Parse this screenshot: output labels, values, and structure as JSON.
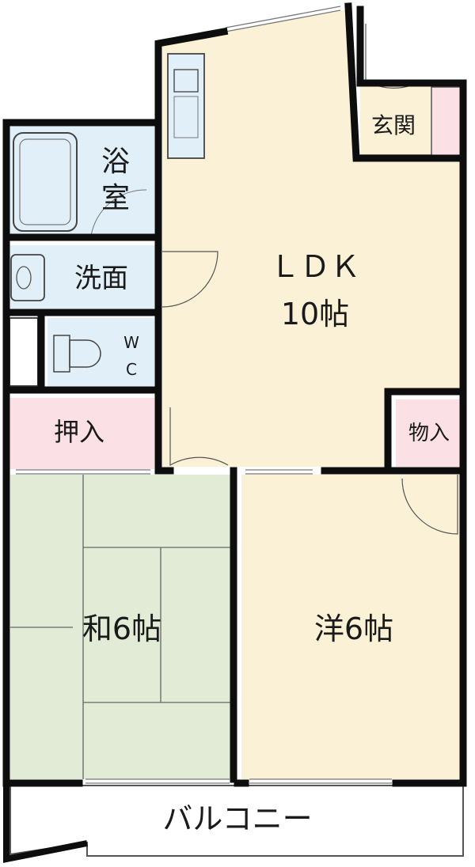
{
  "rooms": {
    "ldk": {
      "name": "ＬＤＫ",
      "size": "10帖"
    },
    "bath": {
      "name_top": "浴",
      "name_bottom": "室"
    },
    "washroom": {
      "name": "洗面"
    },
    "wc": {
      "top": "W",
      "bottom": "C"
    },
    "oshiire": {
      "name": "押入"
    },
    "entrance": {
      "name": "玄関"
    },
    "storage": {
      "name": "物入"
    },
    "washitsu": {
      "name": "和6帖"
    },
    "yoshitsu": {
      "name": "洋6帖"
    },
    "balcony": {
      "name": "バルコニー"
    }
  },
  "colors": {
    "wall": "#0d0d0d",
    "ldk_floor": "#fbf1d6",
    "yoshitsu_floor": "#fbf1d6",
    "tatami": "#e1ebd5",
    "wet_area": "#e0eff8",
    "storage": "#fbe1e6",
    "balcony": "#ffffff"
  }
}
